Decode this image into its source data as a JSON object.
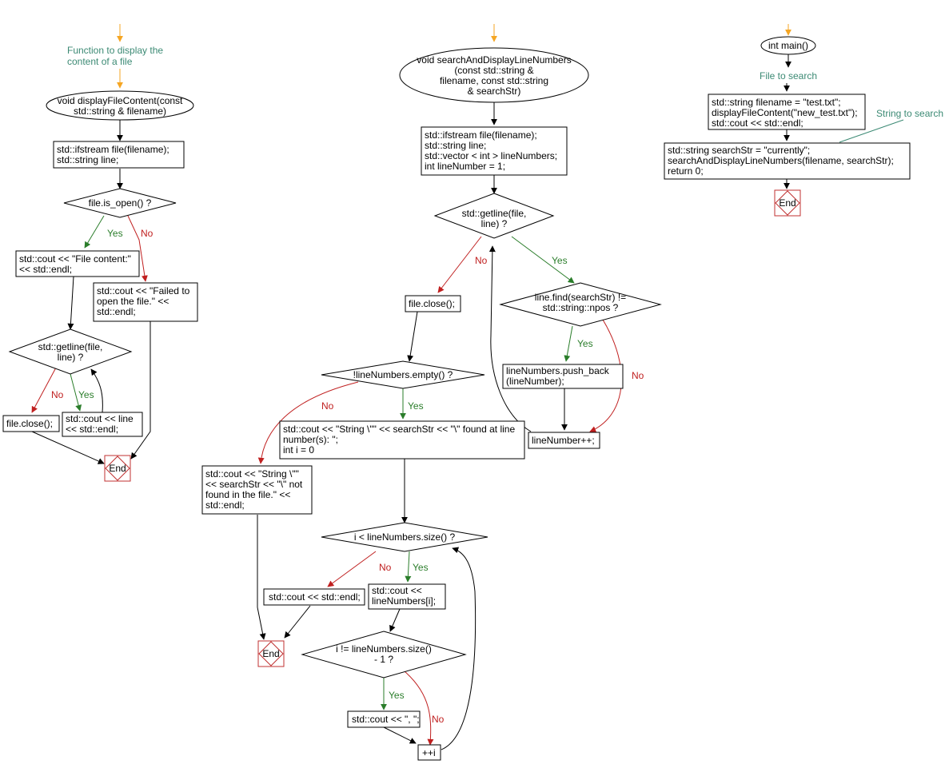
{
  "colors": {
    "node_stroke": "#000000",
    "node_fill": "#ffffff",
    "start_arrow": "#f5a623",
    "yes": "#2a7d2a",
    "no": "#c02020",
    "end_stroke": "#c03030",
    "comment": "#3c8a74",
    "flow": "#000000"
  },
  "labels": {
    "yes": "Yes",
    "no": "No",
    "end": "End"
  },
  "display_func": {
    "comment": [
      "Function to display the",
      "content of a file"
    ],
    "start": [
      "void displayFileContent(const",
      "std::string & filename)"
    ],
    "init": [
      "std::ifstream file(filename);",
      "std::string line;"
    ],
    "is_open": [
      "file.is_open() ?"
    ],
    "print_header": [
      "std::cout << \"File content:\"",
      "<< std::endl;"
    ],
    "print_fail": [
      "std::cout << \"Failed to",
      "open the file.\" <<",
      "std::endl;"
    ],
    "getline": [
      "std::getline(file,",
      "line) ?"
    ],
    "close": [
      "file.close();"
    ],
    "print_line": [
      "std::cout << line",
      "<< std::endl;"
    ]
  },
  "search_func": {
    "start": [
      "void searchAndDisplayLineNumbers",
      "(const std::string &",
      "filename, const std::string",
      "& searchStr)"
    ],
    "init": [
      "std::ifstream file(filename);",
      "std::string line;",
      "std::vector < int > lineNumbers;",
      "int lineNumber = 1;"
    ],
    "getline": [
      "std::getline(file,",
      "line) ?"
    ],
    "close": [
      "file.close();"
    ],
    "find": [
      "line.find(searchStr) !=",
      "std::string::npos ?"
    ],
    "push_back": [
      "lineNumbers.push_back",
      "(lineNumber);"
    ],
    "increment": [
      "lineNumber++;"
    ],
    "not_empty": [
      "!lineNumbers.empty() ?"
    ],
    "found_msg": [
      "std::cout << \"String \\\"\" << searchStr << \"\\\" found at line",
      "number(s): \";",
      "int i = 0"
    ],
    "not_found_msg": [
      "std::cout << \"String \\\"\"",
      "<< searchStr << \"\\\" not",
      "found in the file.\" <<",
      "std::endl;"
    ],
    "loop_cond": [
      "i < lineNumbers.size() ?"
    ],
    "print_endl": [
      "std::cout << std::endl;"
    ],
    "print_number": [
      "std::cout <<",
      "lineNumbers[i];"
    ],
    "not_last": [
      "i != lineNumbers.size()",
      "- 1 ?"
    ],
    "print_comma": [
      "std::cout << \", \";"
    ],
    "inc_i": [
      "++i"
    ]
  },
  "main_func": {
    "start": [
      "int main()"
    ],
    "comment_file": [
      "File to search"
    ],
    "block1": [
      "std::string filename = \"test.txt\";",
      "displayFileContent(\"new_test.txt\");",
      "std::cout << std::endl;"
    ],
    "comment_string": [
      "String to search"
    ],
    "block2": [
      "std::string searchStr = \"currently\";",
      "searchAndDisplayLineNumbers(filename, searchStr);",
      "return 0;"
    ]
  }
}
